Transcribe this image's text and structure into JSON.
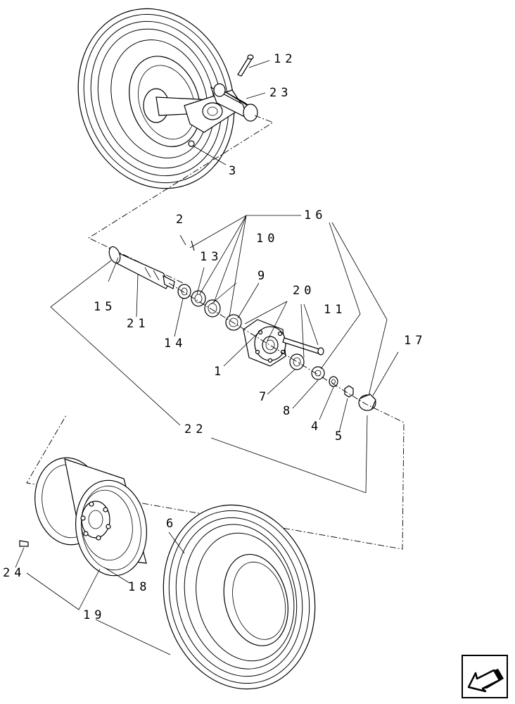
{
  "callouts": {
    "c12": "12",
    "c23": "23",
    "c3": "3",
    "c2": "2",
    "c16": "16",
    "c13": "13",
    "c10": "10",
    "c9": "9",
    "c20": "20",
    "c11": "11",
    "c15": "15",
    "c21": "21",
    "c14": "14",
    "c1": "1",
    "c7": "7",
    "c8": "8",
    "c4": "4",
    "c5": "5",
    "c17": "17",
    "c22": "22",
    "c6": "6",
    "c24": "24",
    "c18": "18",
    "c19": "19"
  },
  "nav": {
    "icon": "back-arrow-icon"
  }
}
